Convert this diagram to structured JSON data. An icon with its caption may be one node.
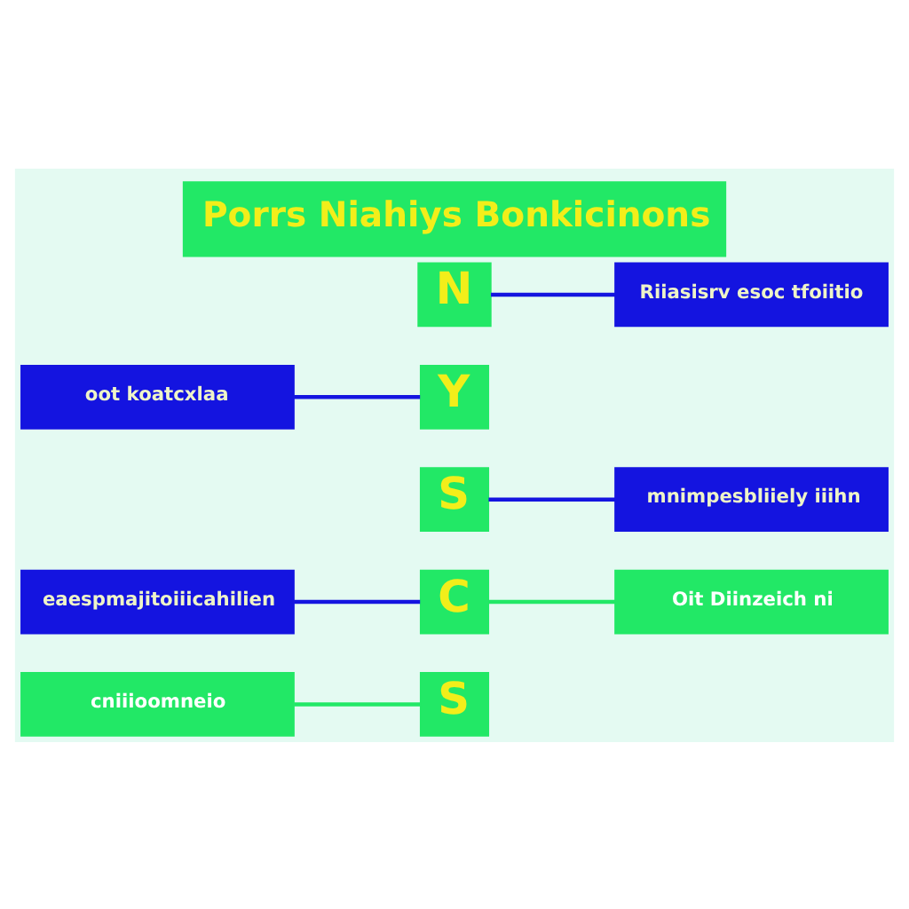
{
  "diagram": {
    "title": "Porrs Niahiys Bonkicinons",
    "nodes": [
      {
        "text": [
          "N"
        ]
      },
      {
        "text": [
          "Riiasisrv esoc tfoiitio"
        ]
      },
      {
        "text": [
          "oot koatcxlaa"
        ]
      },
      {
        "text": [
          "Y"
        ]
      },
      {
        "text": [
          "S"
        ]
      },
      {
        "text": [
          "mnimpesbliiely iiihn"
        ]
      },
      {
        "text": [
          "eaespmajitoiiicahilien"
        ]
      },
      {
        "text": [
          "C"
        ]
      },
      {
        "text": [
          "Oit Diinzeich ni"
        ]
      },
      {
        "text": [
          "cniiioomneio"
        ]
      },
      {
        "text": [
          "S"
        ]
      }
    ],
    "edges": [
      {
        "from": 0,
        "to": 1,
        "arrow": "none"
      },
      {
        "from": 2,
        "to": 3,
        "arrow": "none"
      },
      {
        "from": 4,
        "to": 5,
        "arrow": "none"
      },
      {
        "from": 6,
        "to": 7,
        "arrow": "none"
      },
      {
        "from": 7,
        "to": 8,
        "arrow": "none",
        "color": "#22e866"
      },
      {
        "from": 9,
        "to": 10,
        "arrow": "none",
        "color": "#22e866"
      }
    ]
  }
}
